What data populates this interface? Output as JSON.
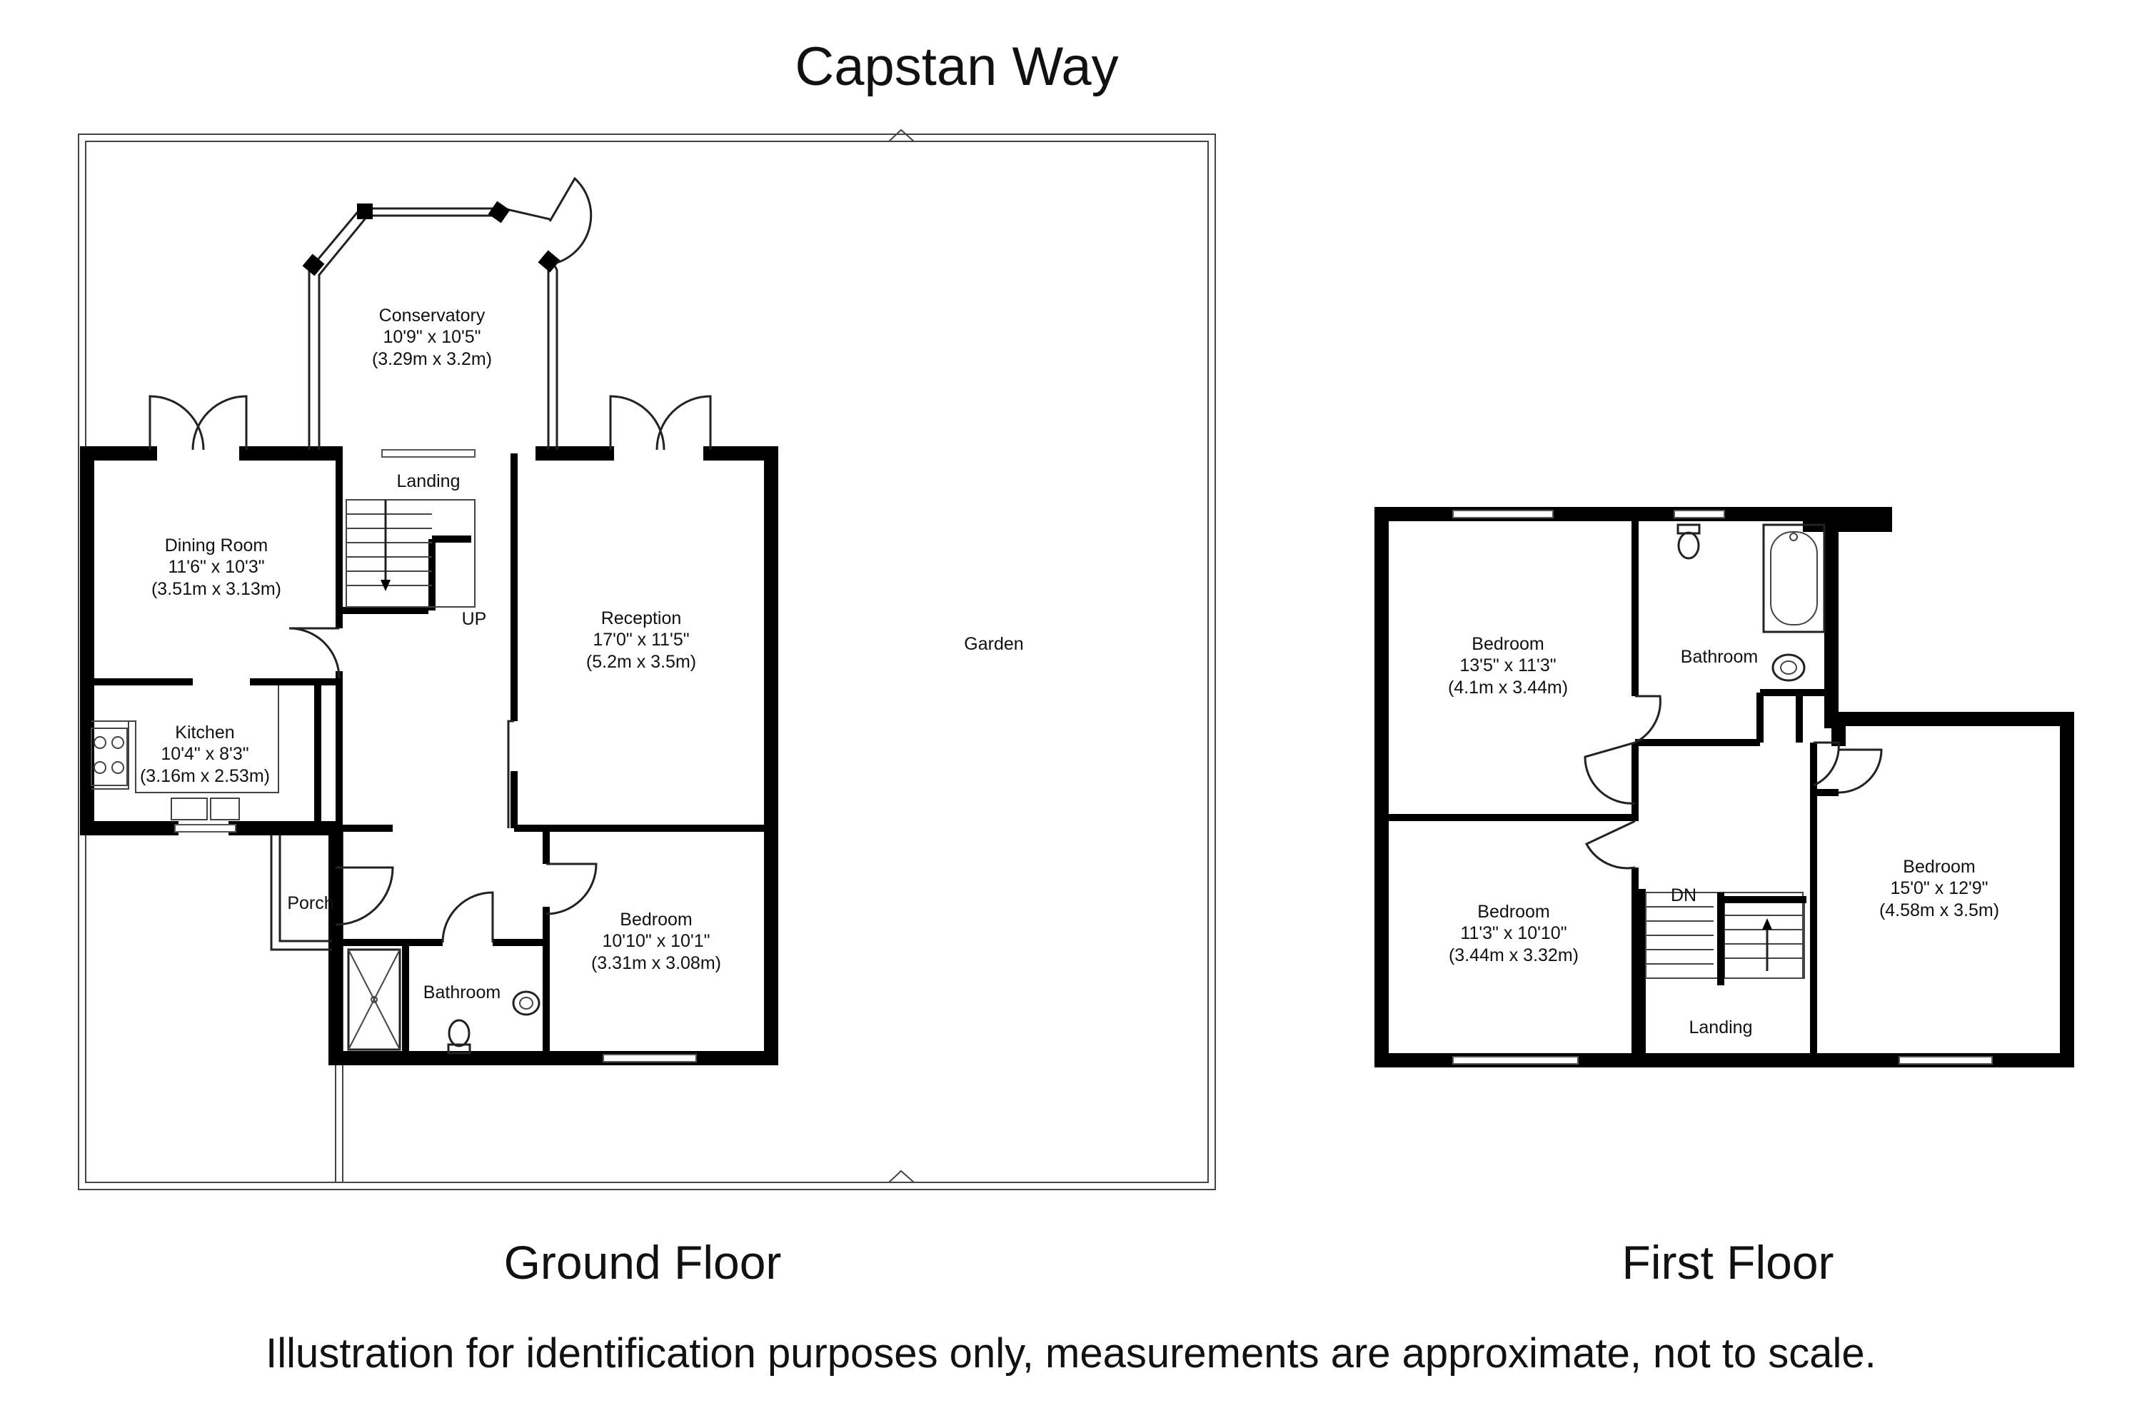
{
  "title": "Capstan Way",
  "disclaimer": "Illustration for identification purposes only, measurements are approximate, not to scale.",
  "floors": {
    "ground": {
      "caption": "Ground Floor",
      "rooms": {
        "conservatory": {
          "name": "Conservatory",
          "imperial": "10'9\" x 10'5\"",
          "metric": "(3.29m x 3.2m)"
        },
        "dining": {
          "name": "Dining Room",
          "imperial": "11'6\" x 10'3\"",
          "metric": "(3.51m x 3.13m)"
        },
        "kitchen": {
          "name": "Kitchen",
          "imperial": "10'4\" x 8'3\"",
          "metric": "(3.16m x 2.53m)"
        },
        "reception": {
          "name": "Reception",
          "imperial": "17'0\" x 11'5\"",
          "metric": "(5.2m x 3.5m)"
        },
        "bedroom": {
          "name": "Bedroom",
          "imperial": "10'10\" x 10'1\"",
          "metric": "(3.31m x 3.08m)"
        },
        "landing": {
          "name": "Landing"
        },
        "porch": {
          "name": "Porch"
        },
        "bathroom": {
          "name": "Bathroom"
        },
        "garden": {
          "name": "Garden"
        }
      },
      "stairs_label": "UP"
    },
    "first": {
      "caption": "First Floor",
      "rooms": {
        "bedroom1": {
          "name": "Bedroom",
          "imperial": "13'5\" x 11'3\"",
          "metric": "(4.1m x 3.44m)"
        },
        "bedroom2": {
          "name": "Bedroom",
          "imperial": "11'3\" x 10'10\"",
          "metric": "(3.44m x 3.32m)"
        },
        "bedroom3": {
          "name": "Bedroom",
          "imperial": "15'0\" x 12'9\"",
          "metric": "(4.58m x 3.5m)"
        },
        "bathroom": {
          "name": "Bathroom"
        },
        "landing": {
          "name": "Landing"
        }
      },
      "stairs_label": "DN"
    }
  },
  "icons": [
    "stairs-icon",
    "door-swing-icon",
    "window-icon",
    "toilet-icon",
    "basin-icon",
    "bath-icon",
    "shower-icon",
    "hob-icon",
    "sink-icon"
  ],
  "colors": {
    "walls": "#000000",
    "lines": "#222222",
    "background": "#ffffff"
  }
}
